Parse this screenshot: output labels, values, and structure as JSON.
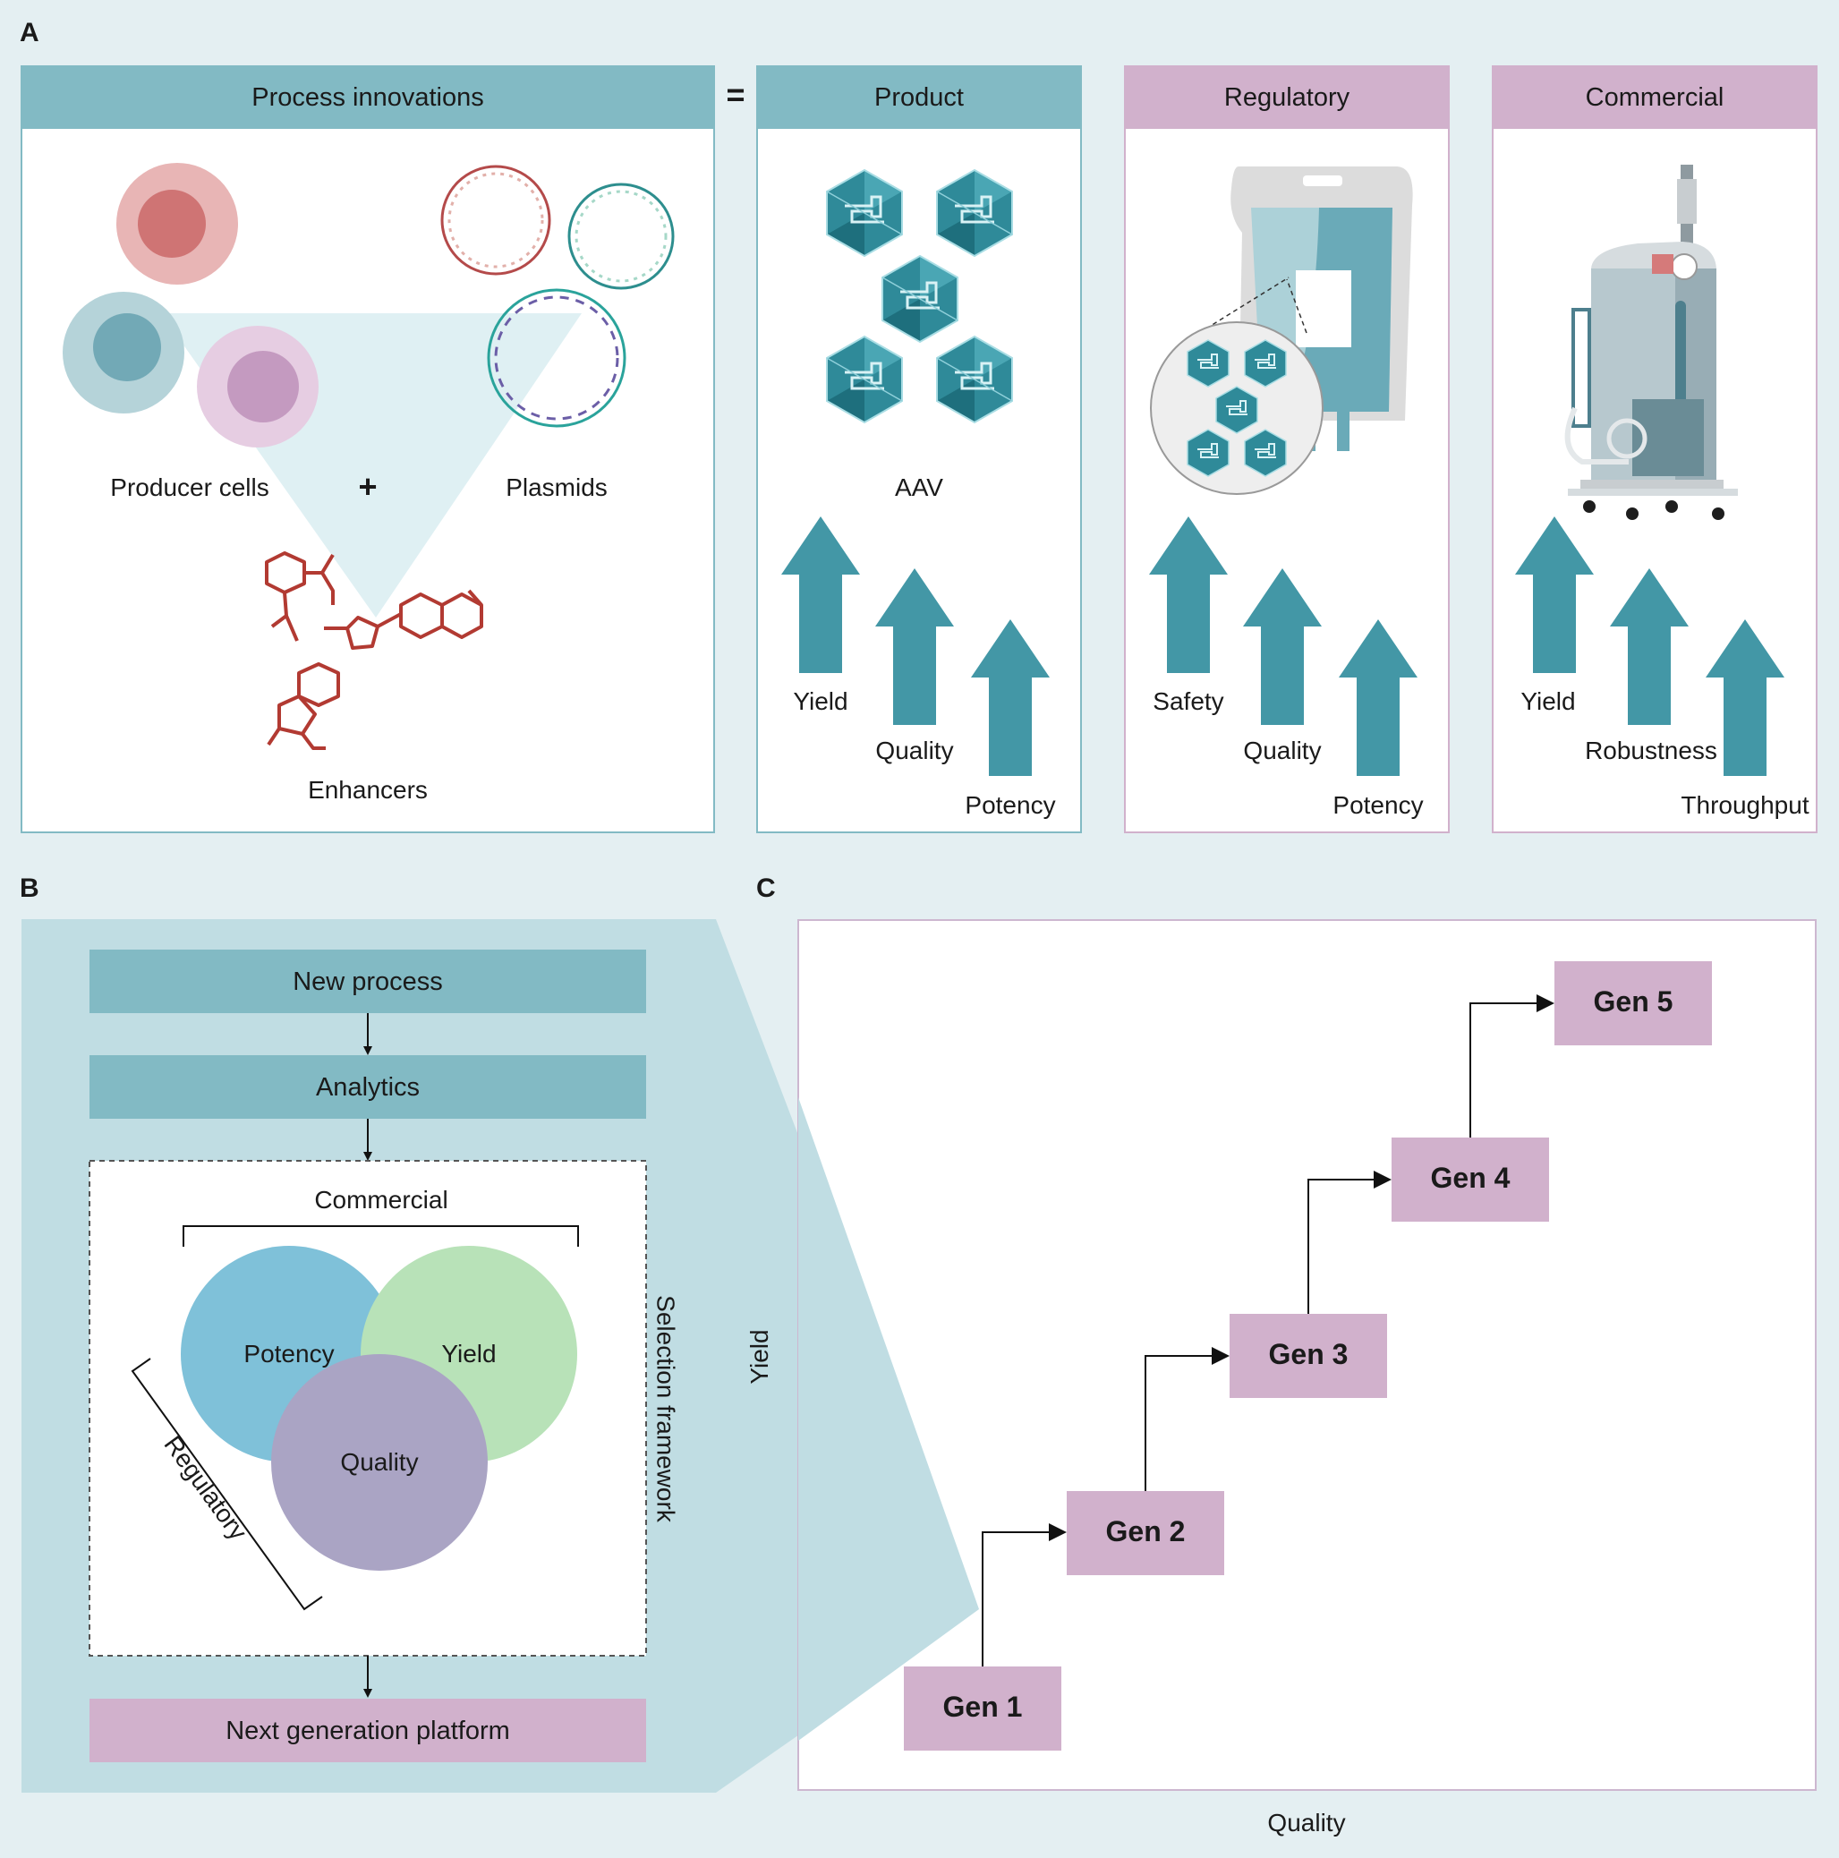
{
  "panel_letters": {
    "a": "A",
    "b": "B",
    "c": "C"
  },
  "panel_a": {
    "process": {
      "title": "Process innovations",
      "producer_cells": "Producer cells",
      "plus": "+",
      "plasmids": "Plasmids",
      "enhancers": "Enhancers"
    },
    "equals": "=",
    "product": {
      "title": "Product",
      "item": "AAV",
      "arrows": [
        "Yield",
        "Quality",
        "Potency"
      ]
    },
    "regulatory": {
      "title": "Regulatory",
      "arrows": [
        "Safety",
        "Quality",
        "Potency"
      ]
    },
    "commercial": {
      "title": "Commercial",
      "arrows": [
        "Yield",
        "Robustness",
        "Throughput"
      ]
    }
  },
  "panel_b": {
    "steps": [
      "New process",
      "Analytics"
    ],
    "framework_label": "Selection framework",
    "commercial": "Commercial",
    "regulatory": "Regulatory",
    "circles": [
      "Potency",
      "Yield",
      "Quality"
    ],
    "final": "Next generation platform"
  },
  "panel_c": {
    "xlabel": "Quality",
    "ylabel": "Yield",
    "generations": [
      "Gen 1",
      "Gen 2",
      "Gen 3",
      "Gen 4",
      "Gen 5"
    ]
  },
  "colors": {
    "background": "#e4eff2",
    "teal_header": "#82bac4",
    "pink_header": "#d1b1cc",
    "arrow_teal": "#4397a6",
    "gen_box": "#d1b1cc",
    "potency_circle": "#7fc1d9",
    "yield_circle": "#b8e2b8",
    "quality_circle": "#aaa4c4"
  }
}
